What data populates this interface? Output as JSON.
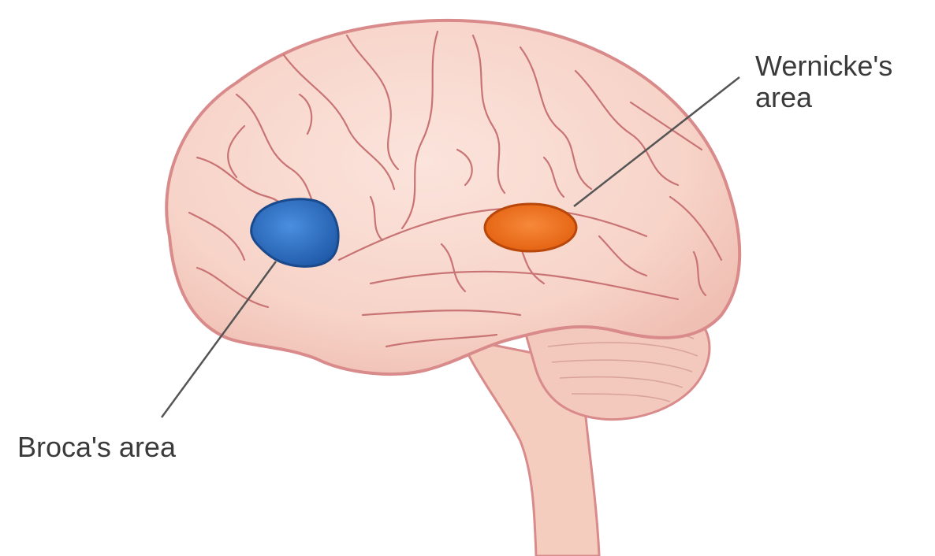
{
  "labels": {
    "wernicke_line1": "Wernicke's",
    "wernicke_line2": "area",
    "broca": "Broca's area"
  },
  "colors": {
    "background": "#ffffff",
    "brain_fill": "#f7d3c8",
    "brain_outline": "#d98a8a",
    "sulci": "#c97474",
    "brainstem_fill": "#f4cdbf",
    "broca_region": "#2f6fc4",
    "wernicke_region": "#ef6d1c",
    "leader_line": "#555555",
    "label_text": "#3a3a3a"
  }
}
